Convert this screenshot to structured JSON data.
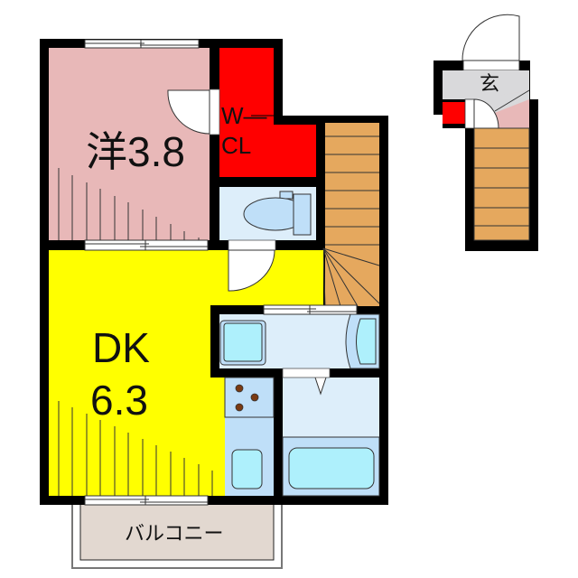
{
  "floor_plan": {
    "rooms": {
      "western_room": {
        "label": "洋3.8",
        "type": "洋室",
        "size_jo": "3.8",
        "color": "#e8b8b8"
      },
      "walk_in_closet": {
        "label_line1": "W—",
        "label_line2": "CL",
        "color": "#ff0000"
      },
      "toilet": {
        "color": "#ddeefa"
      },
      "dining_kitchen": {
        "label_line1": "DK",
        "label_line2": "6.3",
        "size_jo": "6.3",
        "color": "#ffff00"
      },
      "washroom": {
        "color": "#ddeefa"
      },
      "kitchen": {
        "color": "#bfdff8"
      },
      "bathroom": {
        "color": "#ddeefa"
      },
      "staircase": {
        "color": "#e5a85e"
      },
      "balcony": {
        "label": "バルコニー",
        "color": "#e2d8d0"
      }
    },
    "entrance_level": {
      "entrance": {
        "label": "玄",
        "color": "#d9d9db"
      },
      "shoe_storage": {
        "color": "#ff0000"
      },
      "hall": {
        "color": "#e8b8b8"
      },
      "staircase": {
        "color": "#e5a85e"
      }
    },
    "colors": {
      "wall": "#000000",
      "fixture_blue": "#aef0fc",
      "stove_burner": "#7a3a12",
      "window": "#ffffff"
    }
  }
}
